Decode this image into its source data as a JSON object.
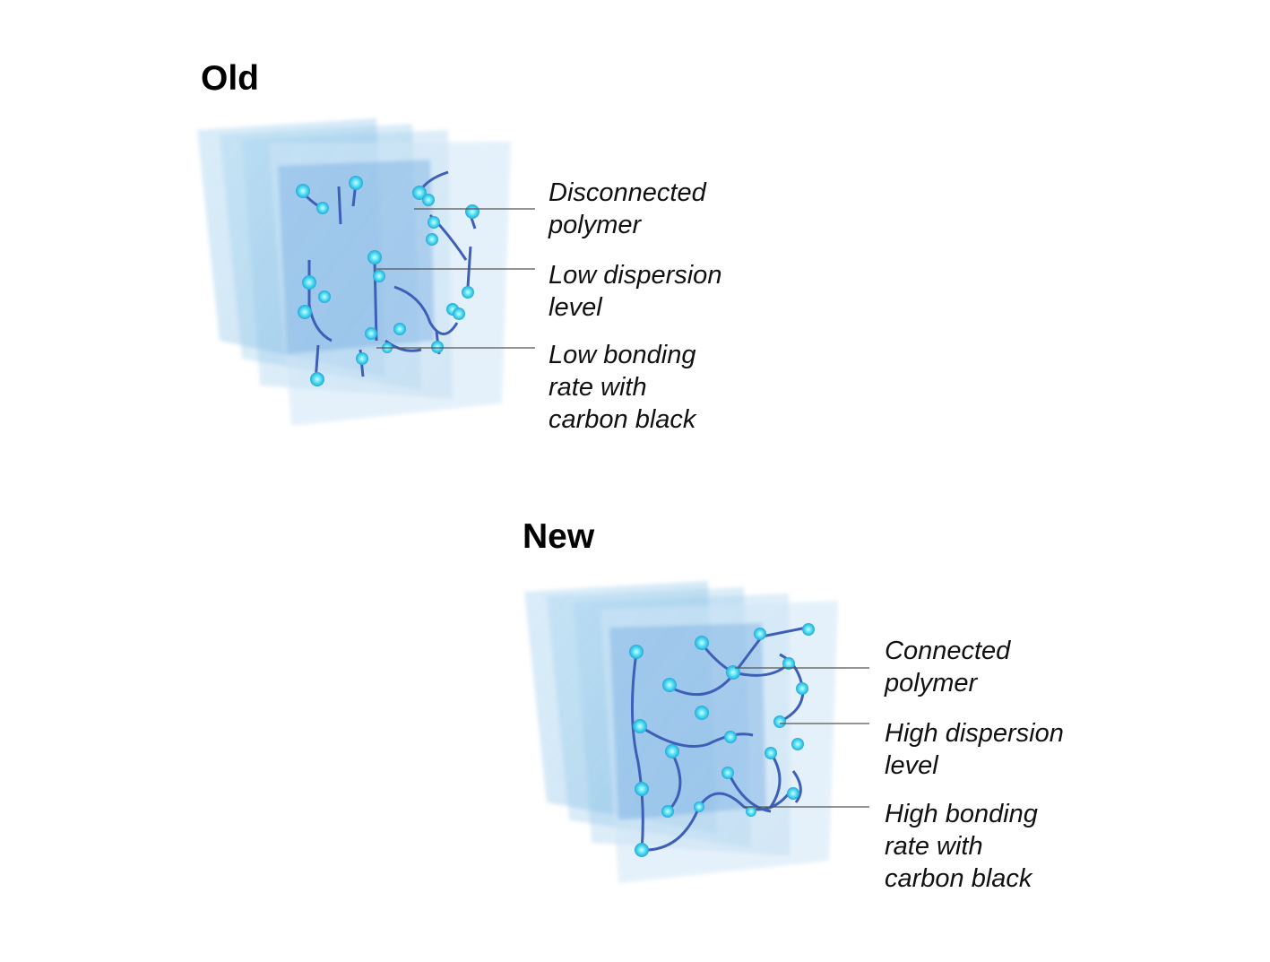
{
  "old": {
    "title": "Old",
    "labels": [
      {
        "line1": "Disconnected",
        "line2": "polymer"
      },
      {
        "line1": "Low dispersion",
        "line2": "level"
      },
      {
        "line1": "Low bonding",
        "line2": "rate with",
        "line3": "carbon black"
      }
    ]
  },
  "new": {
    "title": "New",
    "labels": [
      {
        "line1": "Connected",
        "line2": "polymer"
      },
      {
        "line1": "High dispersion",
        "line2": "level"
      },
      {
        "line1": "High bonding",
        "line2": "rate with",
        "line3": "carbon black"
      }
    ]
  }
}
